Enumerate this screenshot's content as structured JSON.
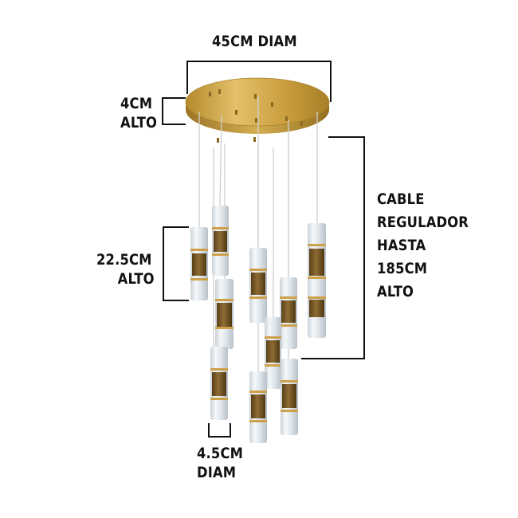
{
  "product": {
    "name": "chandelier-led-cylinder-pendants",
    "colors": {
      "gold": "#c9a03c",
      "bronze": "#7a5b2a",
      "glass": "#e9eef3",
      "cable": "#d8d8d8",
      "dimension_line": "#111111"
    }
  },
  "dimensions": {
    "canopy_diameter": "45CM DIAM",
    "canopy_height": [
      "4CM",
      "ALTO"
    ],
    "pendant_height": [
      "22.5CM",
      "ALTO"
    ],
    "pendant_diameter": [
      "4.5CM",
      "DIAM"
    ],
    "cable_length": [
      "CABLE",
      "REGULADOR",
      "HASTA",
      "185CM",
      "ALTO"
    ]
  }
}
